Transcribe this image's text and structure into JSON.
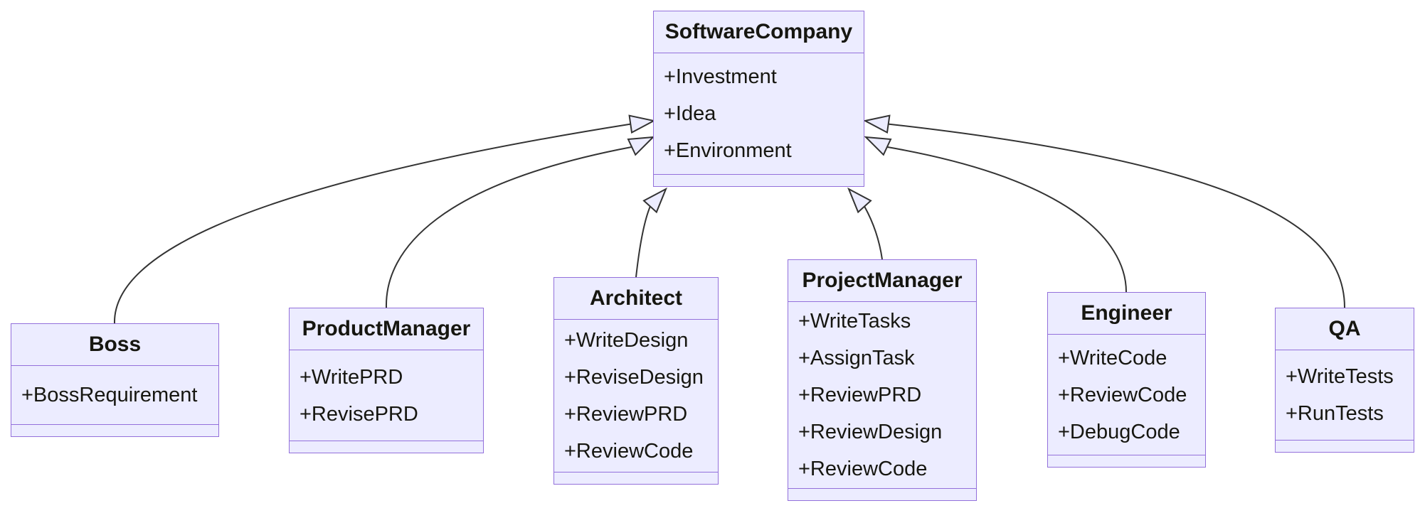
{
  "diagram": {
    "type": "uml-class-diagram",
    "classes": [
      {
        "name": "SoftwareCompany",
        "attributes": [
          "+Investment",
          "+Idea",
          "+Environment"
        ]
      },
      {
        "name": "Boss",
        "attributes": [
          "+BossRequirement"
        ]
      },
      {
        "name": "ProductManager",
        "attributes": [
          "+WritePRD",
          "+RevisePRD"
        ]
      },
      {
        "name": "Architect",
        "attributes": [
          "+WriteDesign",
          "+ReviseDesign",
          "+ReviewPRD",
          "+ReviewCode"
        ]
      },
      {
        "name": "ProjectManager",
        "attributes": [
          "+WriteTasks",
          "+AssignTask",
          "+ReviewPRD",
          "+ReviewDesign",
          "+ReviewCode"
        ]
      },
      {
        "name": "Engineer",
        "attributes": [
          "+WriteCode",
          "+ReviewCode",
          "+DebugCode"
        ]
      },
      {
        "name": "QA",
        "attributes": [
          "+WriteTests",
          "+RunTests"
        ]
      }
    ],
    "relations": [
      {
        "from": "Boss",
        "to": "SoftwareCompany",
        "type": "inheritance"
      },
      {
        "from": "ProductManager",
        "to": "SoftwareCompany",
        "type": "inheritance"
      },
      {
        "from": "Architect",
        "to": "SoftwareCompany",
        "type": "inheritance"
      },
      {
        "from": "ProjectManager",
        "to": "SoftwareCompany",
        "type": "inheritance"
      },
      {
        "from": "Engineer",
        "to": "SoftwareCompany",
        "type": "inheritance"
      },
      {
        "from": "QA",
        "to": "SoftwareCompany",
        "type": "inheritance"
      }
    ],
    "colors": {
      "node_fill": "#ECECFF",
      "node_border": "#9370DB",
      "edge_stroke": "#333333",
      "text": "#161610",
      "background": "#ffffff"
    }
  }
}
